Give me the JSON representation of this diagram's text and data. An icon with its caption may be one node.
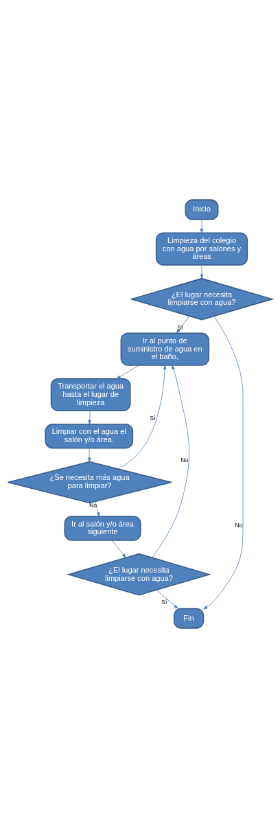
{
  "diagram": {
    "nodes": [
      {
        "text": [
          "Inicio"
        ]
      },
      {
        "text": [
          "Limpieza del colegio con agua por salones y áreas"
        ]
      },
      {
        "text": [
          "¿El lugar necesita limpiarse con agua?"
        ]
      },
      {
        "text": [
          "Ir al punto de suministro de agua en el baño,"
        ]
      },
      {
        "text": [
          "Transportar el agua hasta el lugar de limpieza"
        ]
      },
      {
        "text": [
          "Limpiar con el agua el salón y/o área."
        ]
      },
      {
        "text": [
          "¿Se necesita más agua para limpiar?"
        ]
      },
      {
        "text": [
          "Ir al salón y/o área siguiente"
        ]
      },
      {
        "text": [
          "¿El lugar necesita limpiarse con agua?"
        ]
      },
      {
        "text": [
          "Fin"
        ]
      }
    ],
    "edges": [
      {
        "from": 0,
        "to": 1,
        "arrow": "to"
      },
      {
        "from": 1,
        "to": 2,
        "arrow": "to"
      },
      {
        "from": 2,
        "to": 3,
        "arrow": "to",
        "label": "Sí"
      },
      {
        "from": 2,
        "to": 9,
        "arrow": "to",
        "label": "No"
      },
      {
        "from": 3,
        "to": 4,
        "arrow": "to"
      },
      {
        "from": 4,
        "to": 5,
        "arrow": "to"
      },
      {
        "from": 5,
        "to": 6,
        "arrow": "to"
      },
      {
        "from": 6,
        "to": 3,
        "arrow": "to",
        "label": "Sí"
      },
      {
        "from": 6,
        "to": 7,
        "arrow": "to",
        "label": "No"
      },
      {
        "from": 7,
        "to": 8,
        "arrow": "to"
      },
      {
        "from": 8,
        "to": 3,
        "arrow": "to",
        "label": "No"
      },
      {
        "from": 8,
        "to": 9,
        "arrow": "to",
        "label": "Sí"
      }
    ]
  }
}
